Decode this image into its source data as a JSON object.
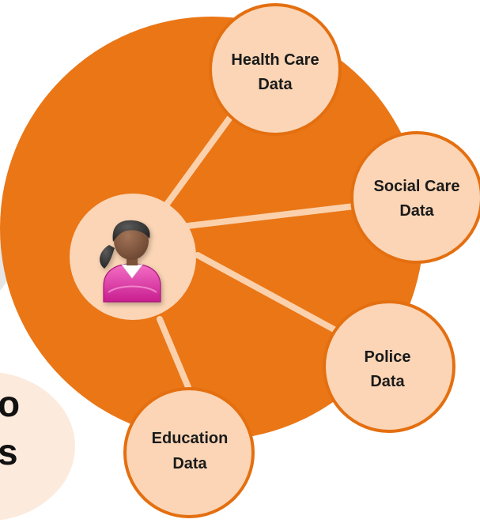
{
  "colors": {
    "orange": "#EA7616",
    "node_fill": "#FBD5B5",
    "node_border": "#E46F10",
    "spoke": "#FAD1AC",
    "peach_bg": "#FCEBDD",
    "gray_bg": "#E6E6E6"
  },
  "hub": {
    "icon": "person-icon"
  },
  "nodes": [
    {
      "id": "health-care",
      "line1": "Health Care",
      "line2": "Data"
    },
    {
      "id": "social-care",
      "line1": "Social Care",
      "line2": "Data"
    },
    {
      "id": "police",
      "line1": "Police",
      "line2": "Data"
    },
    {
      "id": "education",
      "line1": "Education",
      "line2": "Data"
    }
  ],
  "partial_text": {
    "line1": "o",
    "line2": "s"
  }
}
